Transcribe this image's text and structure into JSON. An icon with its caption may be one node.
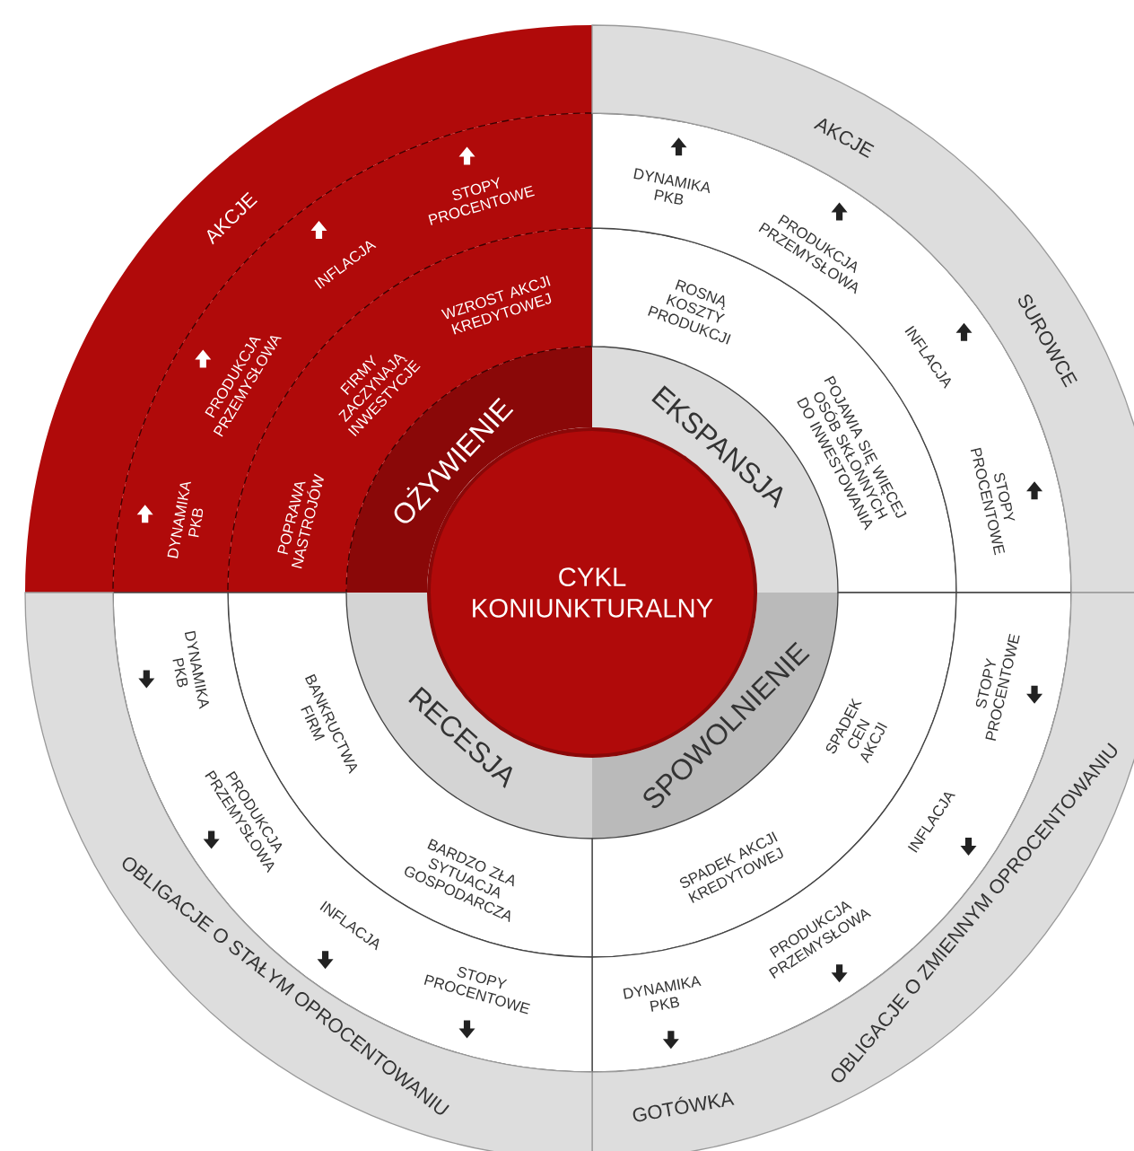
{
  "diagram": {
    "nodes": [
      {
        "text": [
          "CYKL KONIUNKTURALNY"
        ]
      },
      {
        "text": [
          "OŻYWIENIE"
        ]
      },
      {
        "text": [
          "EKSPANSJA"
        ]
      },
      {
        "text": [
          "SPOWOLNIENIE"
        ]
      },
      {
        "text": [
          "RECESJA"
        ]
      },
      {
        "text": [
          "POPRAWA NASTROJÓW",
          "FIRMY ZACZYNAJĄ INWESTYCJE",
          "WZROST AKCJI KREDYTOWEJ"
        ]
      },
      {
        "text": [
          "DYNAMIKA PKB",
          "PRODUKCJA PRZEMYSŁOWA",
          "INFLACJA",
          "STOPY PROCENTOWE"
        ]
      },
      {
        "text": [
          "AKCJE"
        ]
      },
      {
        "text": [
          "ROSNĄ KOSZTY PRODUKCJI",
          "POJAWIA SIĘ WIĘCEJ OSÓB SKŁONNYCH DO INWESTOWANIA"
        ]
      },
      {
        "text": [
          "DYNAMIKA PKB",
          "PRODUKCJA PRZEMYSŁOWA",
          "INFLACJA",
          "STOPY PROCENTOWE"
        ]
      },
      {
        "text": [
          "AKCJE",
          "SUROWCE"
        ]
      },
      {
        "text": [
          "SPADEK CEN AKCJI",
          "SPADEK AKCJI KREDYTOWEJ"
        ]
      },
      {
        "text": [
          "STOPY PROCENTOWE",
          "INFLACJA",
          "PRODUKCJA PRZEMYSŁOWA",
          "DYNAMIKA PKB"
        ]
      },
      {
        "text": [
          "OBLIGACJE O ZMIENNYM OPROCENTOWANIU",
          "GOTÓWKA"
        ]
      },
      {
        "text": [
          "BANKRUCTWA FIRM",
          "BARDZO ZŁA SYTUACJA GOSPODARCZA"
        ]
      },
      {
        "text": [
          "DYNAMIKA PKB",
          "PRODUKCJA PRZEMYSŁOWA",
          "INFLACJA",
          "STOPY PROCENTOWE"
        ]
      },
      {
        "text": [
          "OBLIGACJE O STAŁYM OPROCENTOWANIU"
        ]
      }
    ]
  }
}
